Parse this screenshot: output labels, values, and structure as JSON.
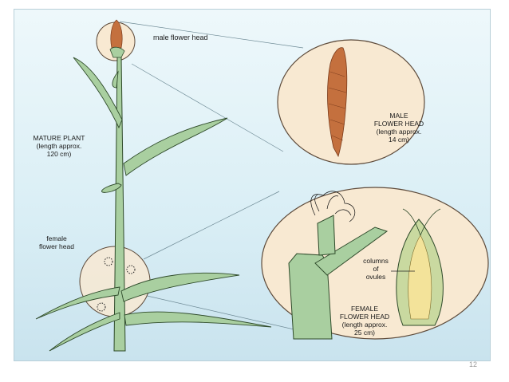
{
  "labels": {
    "male_flower_head": "male flower head",
    "mature_plant": [
      "MATURE PLANT",
      "(length approx.",
      "120 cm)"
    ],
    "female_flower_head": [
      "female",
      "flower head"
    ],
    "male_detail": [
      "MALE",
      "FLOWER HEAD",
      "(length approx.",
      "14 cm)"
    ],
    "columns_of_ovules": [
      "columns",
      "of",
      "ovules"
    ],
    "female_detail": [
      "FEMALE",
      "FLOWER HEAD",
      "(length approx.",
      "25 cm)"
    ]
  },
  "page_number": "12",
  "colors": {
    "background_top": "#eef8fb",
    "stem_green": "#a9cfa0",
    "stem_outline": "#2e4a2a",
    "detail_circle": "#f8e9d2",
    "flower_brown": "#c4703e"
  }
}
